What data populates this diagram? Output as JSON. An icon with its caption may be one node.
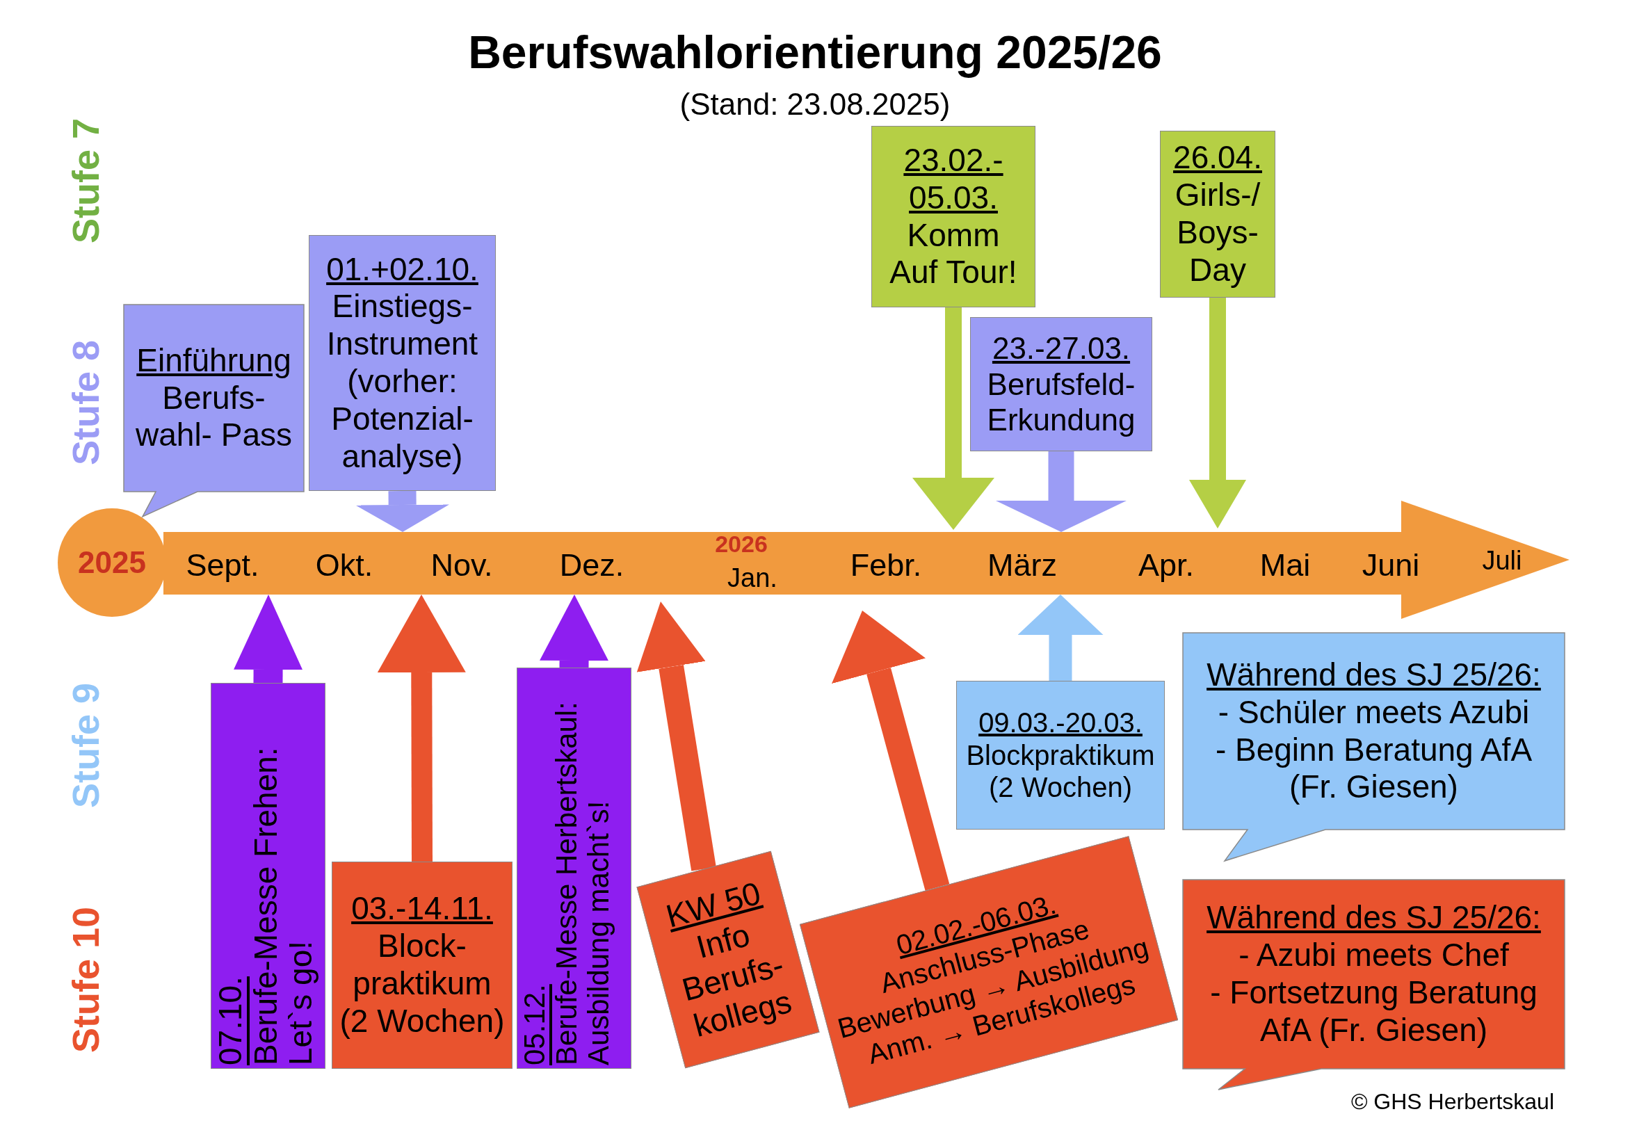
{
  "diagram": {
    "title": "Berufswahlorientierung 2025/26",
    "nodes": [
      {
        "text": [
          "2025"
        ]
      },
      {
        "text": [
          "Sept.",
          "Okt.",
          "Nov.",
          "Dez.",
          "2026",
          "Jan.",
          "Febr.",
          "März",
          "Apr.",
          "Mai",
          "Juni",
          "Juli"
        ]
      },
      {
        "text": [
          "Einführung",
          "Berufs- wahl- Pass"
        ]
      },
      {
        "text": [
          "01.+02.10.",
          "Einstiegs- Instrument (vorher: Potenzial- analyse)"
        ]
      },
      {
        "text": [
          "23.02.- 05.03.",
          "Komm Auf Tour!"
        ]
      },
      {
        "text": [
          "23.-27.03.",
          "Berufsfeld- Erkundung"
        ]
      },
      {
        "text": [
          "26.04.",
          "Girls-/ Boys- Day"
        ]
      },
      {
        "text": [
          "07.10.",
          "Berufe-Messe Frehen: Let`s go!"
        ]
      },
      {
        "text": [
          "03.-14.11.",
          "Block- praktikum (2 Wochen)"
        ]
      },
      {
        "text": [
          "05.12.",
          "Berufe-Messe Herbertskaul: Ausbildung macht`s!"
        ]
      },
      {
        "text": [
          "KW 50",
          "Info Berufs- kollegs"
        ]
      },
      {
        "text": [
          "02.02.-06.03.",
          "Anschluss-Phase",
          "Bewerbung → Ausbildung",
          "Anm. → Berufskollegs"
        ]
      },
      {
        "text": [
          "09.03.-20.03.",
          "Blockpraktikum (2 Wochen)"
        ]
      },
      {
        "text": [
          "Während des SJ 25/26:",
          "- Schüler meets Azubi",
          "- Beginn Beratung AfA (Fr. Giesen)"
        ]
      },
      {
        "text": [
          "Während des SJ 25/26:",
          "- Azubi meets Chef",
          "- Fortsetzung Beratung AfA (Fr. Giesen)"
        ]
      }
    ],
    "edges": [
      {
        "from": 3,
        "to": 1,
        "arrow": "to",
        "color": "#9b9cf5"
      },
      {
        "from": 4,
        "to": 1,
        "arrow": "to",
        "color": "#b5cf45"
      },
      {
        "from": 5,
        "to": 1,
        "arrow": "to",
        "color": "#9b9cf5"
      },
      {
        "from": 6,
        "to": 1,
        "arrow": "to",
        "color": "#b5cf45"
      },
      {
        "from": 7,
        "to": 1,
        "arrow": "to",
        "color": "#8e1ef0"
      },
      {
        "from": 8,
        "to": 1,
        "arrow": "to",
        "color": "#e9532e"
      },
      {
        "from": 9,
        "to": 1,
        "arrow": "to",
        "color": "#8e1ef0"
      },
      {
        "from": 10,
        "to": 1,
        "arrow": "to",
        "color": "#e9532e"
      },
      {
        "from": 11,
        "to": 1,
        "arrow": "to",
        "color": "#e9532e"
      },
      {
        "from": 12,
        "to": 1,
        "arrow": "to",
        "color": "#93c6f8"
      }
    ],
    "labels": [
      "(Stand: 23.08.2025)",
      "Stufe 7",
      "Stufe 8",
      "Stufe 9",
      "Stufe 10",
      "© GHS Herbertskaul"
    ]
  }
}
